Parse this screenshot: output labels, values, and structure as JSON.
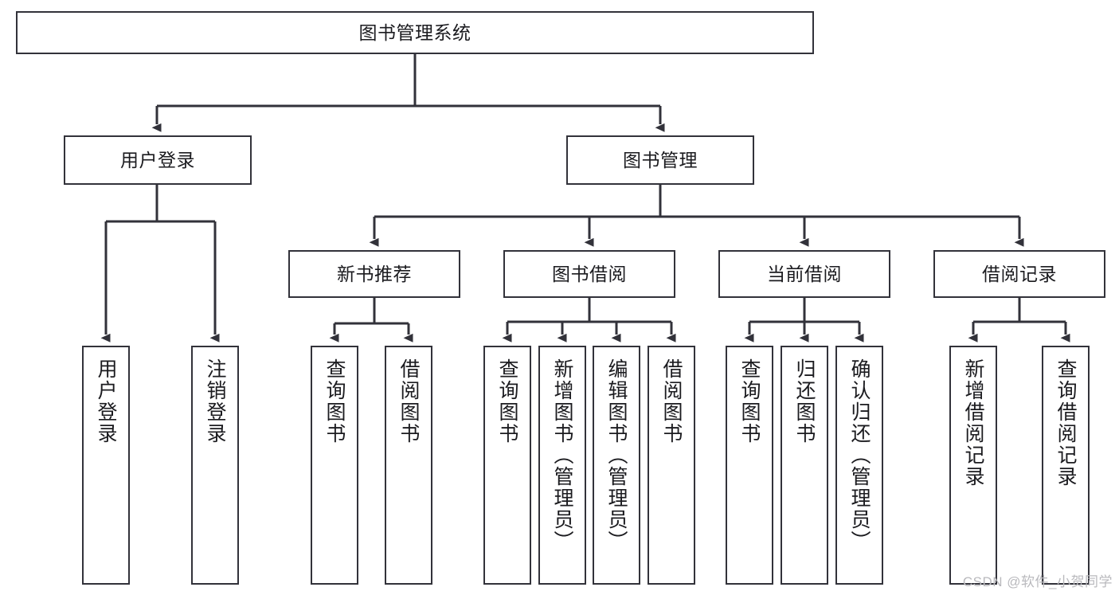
{
  "diagram": {
    "type": "tree",
    "title": "图书管理系统",
    "orientation": "top-down",
    "colors": {
      "box_border": "#32323a",
      "box_fill": "#ffffff",
      "edge": "#32323a",
      "text": "#1b1b1f",
      "background": "#ffffff",
      "watermark": "#b9b9bd"
    },
    "nodes": {
      "root": {
        "label": "图书管理系统",
        "level": 1,
        "text_orientation": "horizontal"
      },
      "l2": [
        {
          "label": "用户登录",
          "level": 2,
          "text_orientation": "horizontal"
        },
        {
          "label": "图书管理",
          "level": 2,
          "text_orientation": "horizontal"
        }
      ],
      "l3": [
        {
          "label": "新书推荐",
          "level": 3,
          "text_orientation": "horizontal"
        },
        {
          "label": "图书借阅",
          "level": 3,
          "text_orientation": "horizontal"
        },
        {
          "label": "当前借阅",
          "level": 3,
          "text_orientation": "horizontal"
        },
        {
          "label": "借阅记录",
          "level": 3,
          "text_orientation": "horizontal"
        }
      ],
      "leaves": {
        "user_login": [
          {
            "label": "用户登录",
            "text_orientation": "vertical"
          },
          {
            "label": "注销登录",
            "text_orientation": "vertical"
          }
        ],
        "new_book_recommend": [
          {
            "label": "查询图书",
            "text_orientation": "vertical"
          },
          {
            "label": "借阅图书",
            "text_orientation": "vertical"
          }
        ],
        "book_borrow": [
          {
            "label": "查询图书",
            "text_orientation": "vertical"
          },
          {
            "label": "新增图书（管理员）",
            "text_orientation": "vertical"
          },
          {
            "label": "编辑图书（管理员）",
            "text_orientation": "vertical"
          },
          {
            "label": "借阅图书",
            "text_orientation": "vertical"
          }
        ],
        "current_borrow": [
          {
            "label": "查询图书",
            "text_orientation": "vertical"
          },
          {
            "label": "归还图书",
            "text_orientation": "vertical"
          },
          {
            "label": "确认归还（管理员）",
            "text_orientation": "vertical"
          }
        ],
        "borrow_record": [
          {
            "label": "新增借阅记录",
            "text_orientation": "vertical"
          },
          {
            "label": "查询借阅记录",
            "text_orientation": "vertical"
          }
        ]
      }
    },
    "edges": [
      {
        "from": "图书管理系统",
        "to": "用户登录"
      },
      {
        "from": "图书管理系统",
        "to": "图书管理"
      },
      {
        "from": "图书管理",
        "to": "新书推荐"
      },
      {
        "from": "图书管理",
        "to": "图书借阅"
      },
      {
        "from": "图书管理",
        "to": "当前借阅"
      },
      {
        "from": "图书管理",
        "to": "借阅记录"
      },
      {
        "from": "用户登录",
        "to": "用户登录"
      },
      {
        "from": "用户登录",
        "to": "注销登录"
      },
      {
        "from": "新书推荐",
        "to": "查询图书"
      },
      {
        "from": "新书推荐",
        "to": "借阅图书"
      },
      {
        "from": "图书借阅",
        "to": "查询图书"
      },
      {
        "from": "图书借阅",
        "to": "新增图书（管理员）"
      },
      {
        "from": "图书借阅",
        "to": "编辑图书（管理员）"
      },
      {
        "from": "图书借阅",
        "to": "借阅图书"
      },
      {
        "from": "当前借阅",
        "to": "查询图书"
      },
      {
        "from": "当前借阅",
        "to": "归还图书"
      },
      {
        "from": "当前借阅",
        "to": "确认归还（管理员）"
      },
      {
        "from": "借阅记录",
        "to": "新增借阅记录"
      },
      {
        "from": "借阅记录",
        "to": "查询借阅记录"
      }
    ]
  },
  "watermark": {
    "text": "CSDN @软件_小贺同学"
  }
}
